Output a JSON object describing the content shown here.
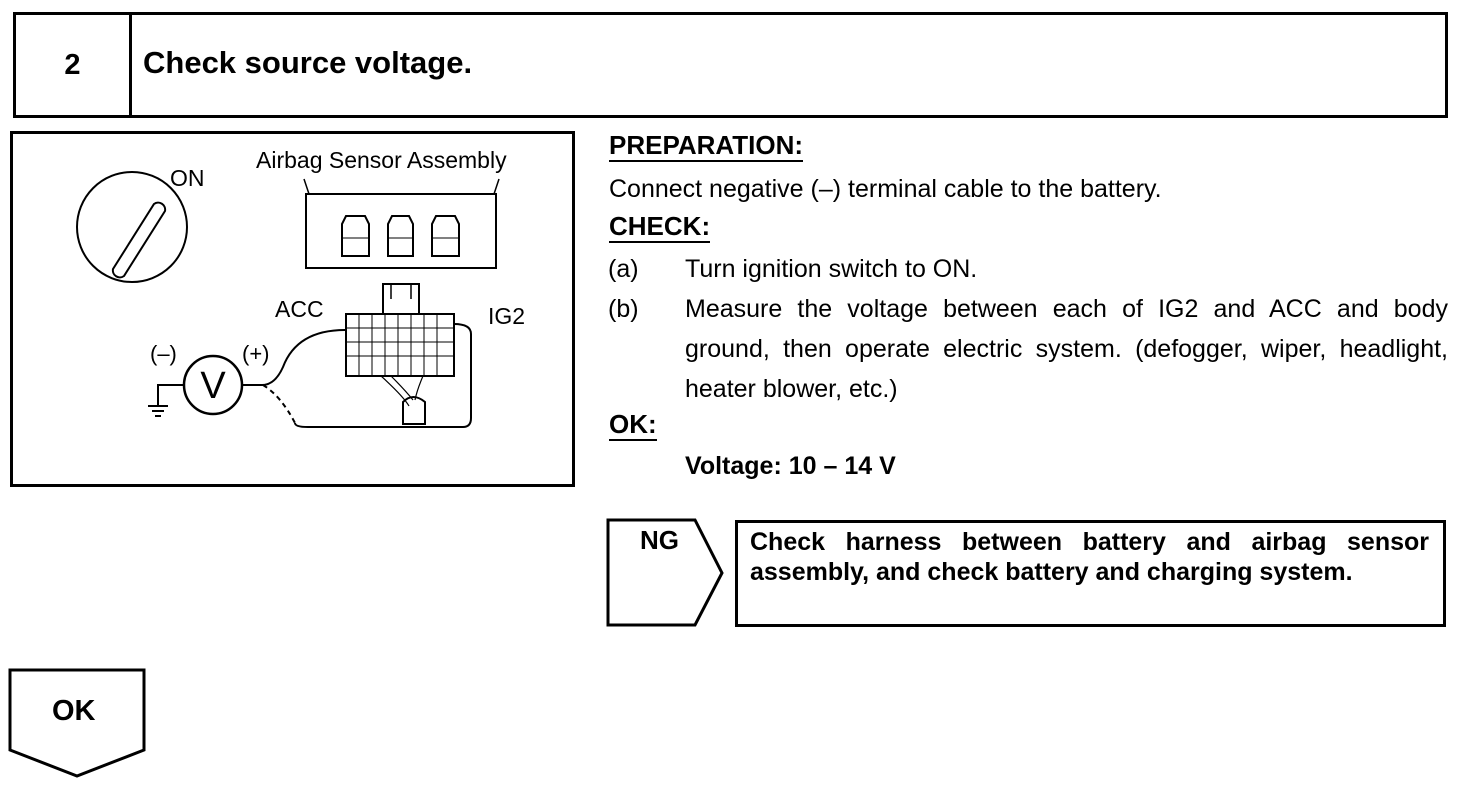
{
  "step": {
    "number": "2",
    "title": "Check source voltage."
  },
  "illustration": {
    "label_on": "ON",
    "label_component": "Airbag Sensor Assembly",
    "label_acc": "ACC",
    "label_ig2": "IG2",
    "label_neg": "(–)",
    "label_pos": "(+)",
    "meter_symbol": "V",
    "icons": [
      "ignition-switch-icon",
      "connector-icon",
      "voltmeter-icon",
      "ground-icon"
    ]
  },
  "procedure": {
    "preparation_heading": "PREPARATION:",
    "preparation_text": "Connect negative (–) terminal cable to the battery.",
    "check_heading": "CHECK:",
    "items": [
      {
        "letter": "(a)",
        "text": "Turn ignition switch to ON."
      },
      {
        "letter": "(b)",
        "text": "Measure the voltage between each of IG2 and ACC and body ground, then operate electric system. (defogger, wiper, headlight, heater blower, etc.)"
      }
    ],
    "ok_heading": "OK:",
    "ok_spec": "Voltage: 10 – 14 V"
  },
  "flow": {
    "ng_label": "NG",
    "ng_action": "Check harness between battery and airbag sensor assembly, and check battery and charging system.",
    "ok_label": "OK"
  }
}
